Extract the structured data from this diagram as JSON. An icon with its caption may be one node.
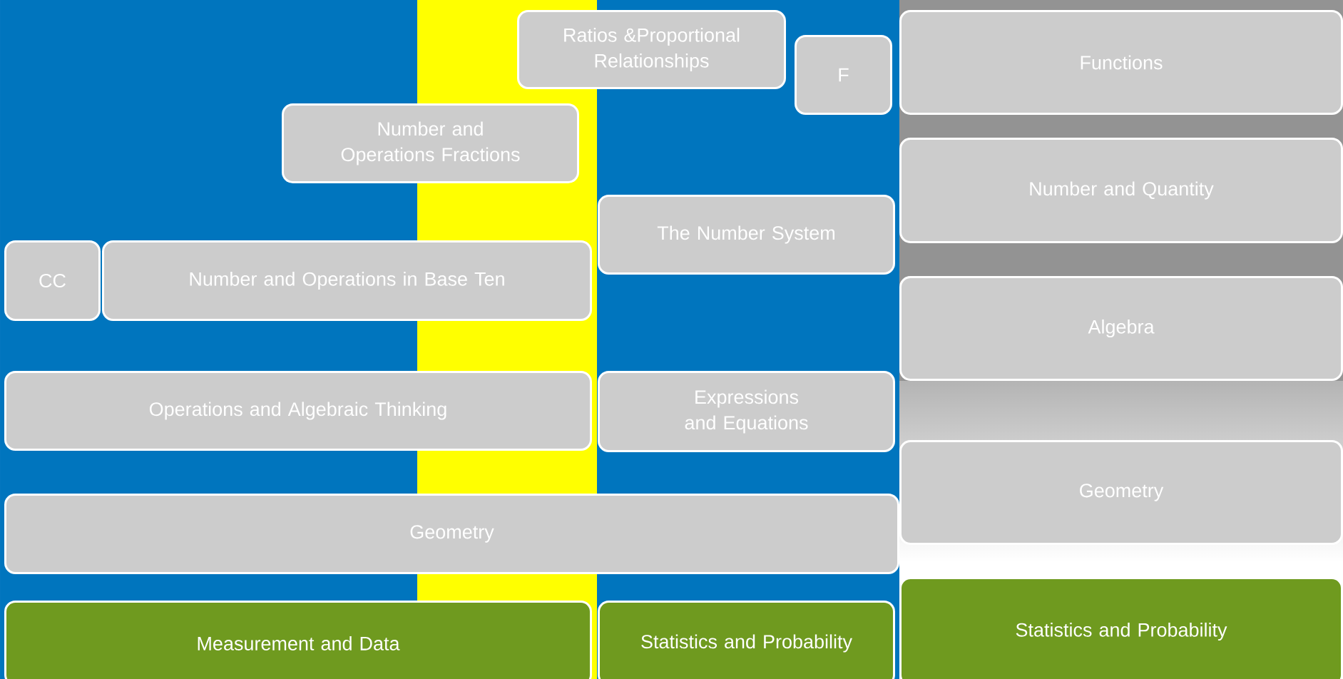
{
  "diagram": {
    "nodes": [
      {
        "text": [
          "Ratios &Proportional Relationships"
        ]
      },
      {
        "text": [
          "F"
        ]
      },
      {
        "text": [
          "Functions"
        ]
      },
      {
        "text": [
          "Number and Operations Fractions"
        ]
      },
      {
        "text": [
          "The Number System"
        ]
      },
      {
        "text": [
          "Number and Quantity"
        ]
      },
      {
        "text": [
          "CC"
        ]
      },
      {
        "text": [
          "Number and Operations in Base Ten"
        ]
      },
      {
        "text": [
          "Algebra"
        ]
      },
      {
        "text": [
          "Operations and Algebraic Thinking"
        ]
      },
      {
        "text": [
          "Expressions and Equations"
        ]
      },
      {
        "text": [
          "Geometry"
        ]
      },
      {
        "text": [
          "Geometry"
        ]
      },
      {
        "text": [
          "Measurement and Data"
        ]
      },
      {
        "text": [
          "Statistics and Probability"
        ]
      },
      {
        "text": [
          "Statistics and Probability"
        ]
      }
    ]
  }
}
